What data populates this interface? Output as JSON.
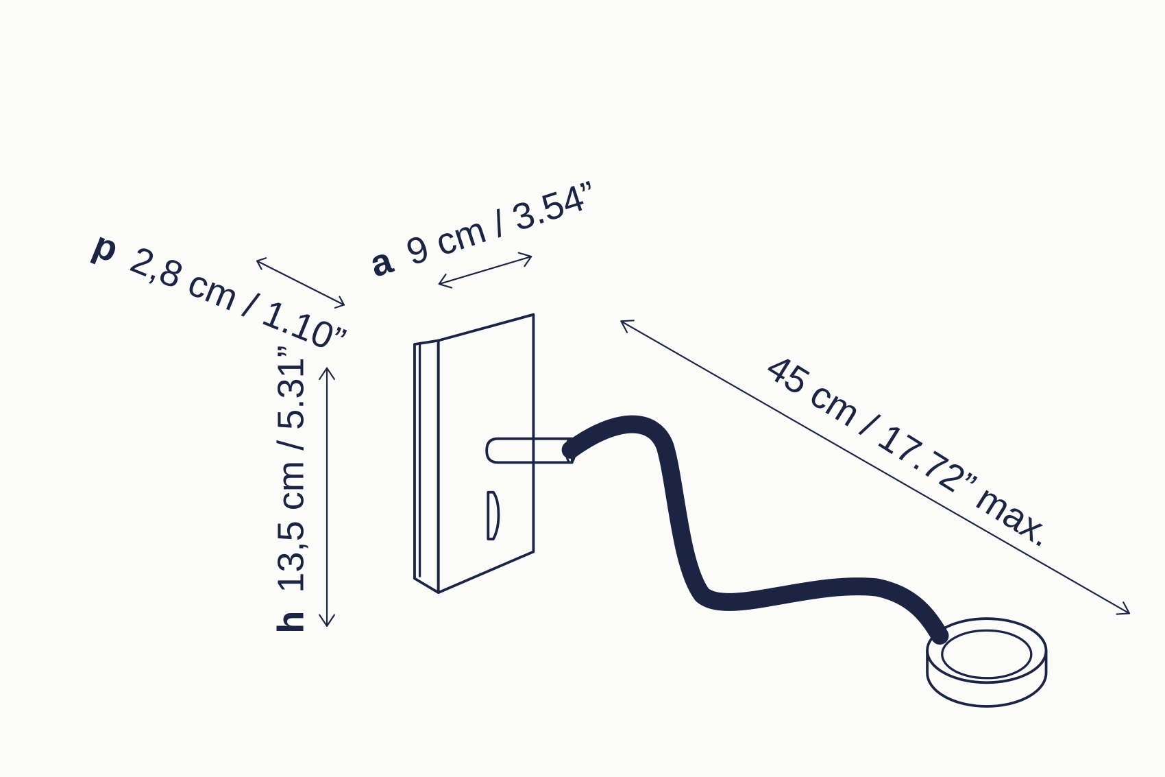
{
  "dimensions": {
    "depth": {
      "letter": "p",
      "value": "2,8 cm / 1.10”"
    },
    "width": {
      "letter": "a",
      "value": "9 cm / 3.54”"
    },
    "height": {
      "letter": "h",
      "value": "13,5 cm / 5.31”"
    },
    "reach": {
      "value": "45 cm / 17.72” max."
    }
  },
  "colors": {
    "line": "#1b2442",
    "background": "#fbfbf9"
  }
}
